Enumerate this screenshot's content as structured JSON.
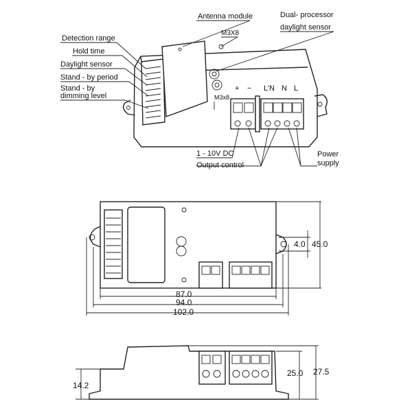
{
  "labels": {
    "antenna_module": "Antenna module",
    "dual_processor_l1": "Dual- processor",
    "dual_processor_l2": "daylight sensor",
    "m3x8_top": "M3X8",
    "m3x8_side": "M3x8",
    "detection_range": "Detection range",
    "hold_time": "Hold time",
    "daylight_sensor": "Daylight sensor",
    "standby_period": "Stand - by period",
    "standby_dim_l1": "Stand - by",
    "standby_dim_l2": "dimming level",
    "v1_10": "1 - 10V DC",
    "output_control": "Output control",
    "power_supply_l1": "Power",
    "power_supply_l2": "supply"
  },
  "terminals": {
    "plus": "+",
    "minus": "−",
    "ln1": "L’N",
    "n": "N",
    "l": "L"
  },
  "dimensions": {
    "w87": "87.0",
    "w94": "94.0",
    "w102": "102.0",
    "h45": "45.0",
    "h4": "4.0",
    "h25": "25.0",
    "h27_5": "27.5",
    "h14_2": "14.2"
  }
}
